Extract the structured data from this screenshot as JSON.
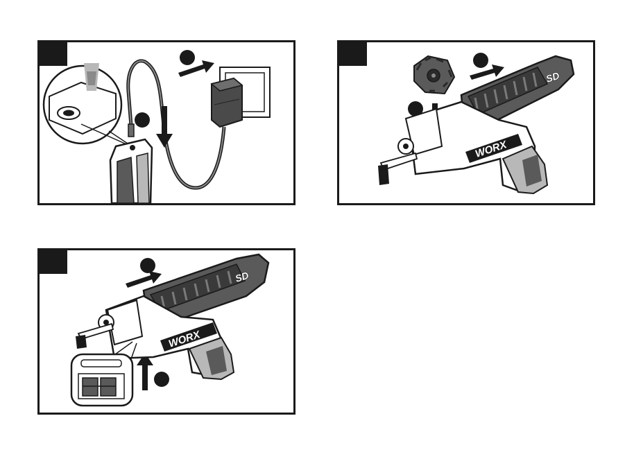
{
  "panels": [
    {
      "id": "panel-charging"
    },
    {
      "id": "panel-bit-magazine"
    },
    {
      "id": "panel-magazine-lock"
    }
  ],
  "tool": {
    "brand": "WORX",
    "model": "SD"
  },
  "colors": {
    "ink": "#1a1a1a",
    "body_gray": "#5a5a5a",
    "light_gray": "#b8b8b8",
    "paper": "#ffffff"
  }
}
